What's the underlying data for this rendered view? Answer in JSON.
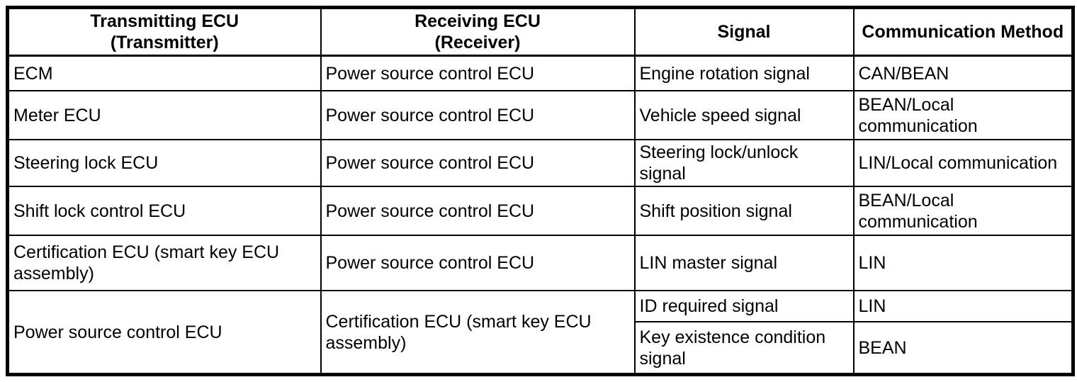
{
  "colors": {
    "border": "#000000",
    "background": "#ffffff",
    "text": "#000000"
  },
  "table": {
    "headers": {
      "transmitter": "Transmitting ECU\n(Transmitter)",
      "receiver": "Receiving ECU\n(Receiver)",
      "signal": "Signal",
      "method": "Communication Method"
    },
    "rows": [
      {
        "transmitter": "ECM",
        "receiver": "Power source control ECU",
        "signal": "Engine rotation signal",
        "method": "CAN/BEAN"
      },
      {
        "transmitter": "Meter ECU",
        "receiver": "Power source control ECU",
        "signal": "Vehicle speed signal",
        "method": "BEAN/Local\ncommunication"
      },
      {
        "transmitter": "Steering lock ECU",
        "receiver": "Power source control ECU",
        "signal": "Steering lock/unlock signal",
        "method": "LIN/Local communication"
      },
      {
        "transmitter": "Shift lock control ECU",
        "receiver": "Power source control ECU",
        "signal": "Shift position signal",
        "method": "BEAN/Local\ncommunication"
      },
      {
        "transmitter": "Certification ECU (smart key ECU\nassembly)",
        "receiver": "Power source control ECU",
        "signal": "LIN master signal",
        "method": "LIN"
      },
      {
        "transmitter": "Power source control ECU",
        "receiver": "Certification ECU (smart key ECU\nassembly)",
        "signals": [
          {
            "signal": "ID required signal",
            "method": "LIN"
          },
          {
            "signal": "Key existence condition\nsignal",
            "method": "BEAN"
          }
        ]
      }
    ]
  }
}
